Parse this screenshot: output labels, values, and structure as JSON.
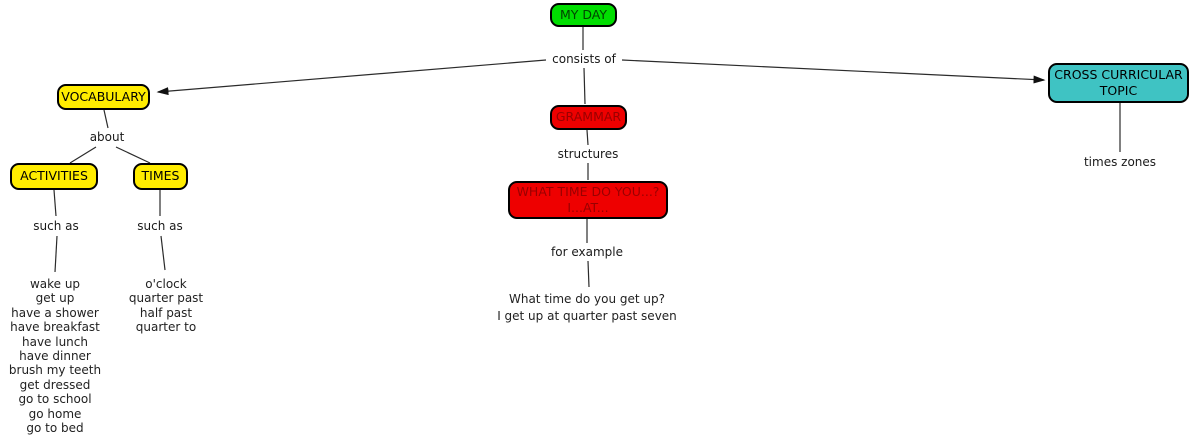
{
  "title": "MY DAY concept map",
  "colors": {
    "green": "#00dd00",
    "green_text": "#004400",
    "red": "#ee0000",
    "red_text": "#990000",
    "yellow": "#ffec00",
    "cyan": "#3fc3c3",
    "line": "#2b2b2b"
  },
  "nodes": {
    "my_day": "MY DAY",
    "vocabulary": "VOCABULARY",
    "grammar": "GRAMMAR",
    "activities": "ACTIVITIES",
    "times": "TIMES",
    "what_time_line1": "WHAT TIME DO YOU...?",
    "what_time_line2": "I...AT...",
    "cross_line1": "CROSS CURRICULAR",
    "cross_line2": "TOPIC"
  },
  "edge_labels": {
    "consists_of": "consists of",
    "about": "about",
    "such_as_activities": "such as",
    "such_as_times": "such as",
    "structures": "structures",
    "for_example": "for example"
  },
  "leaves": {
    "times_zones": "times zones",
    "activities": [
      "wake up",
      "get up",
      "have a shower",
      "have breakfast",
      "have lunch",
      "have dinner",
      "brush my teeth",
      "get dressed",
      "go to school",
      "go home",
      "go to bed"
    ],
    "times": [
      "o'clock",
      "quarter past",
      "half past",
      "quarter to"
    ],
    "example": [
      "What time do you get up?",
      "I get up at quarter past seven"
    ]
  }
}
